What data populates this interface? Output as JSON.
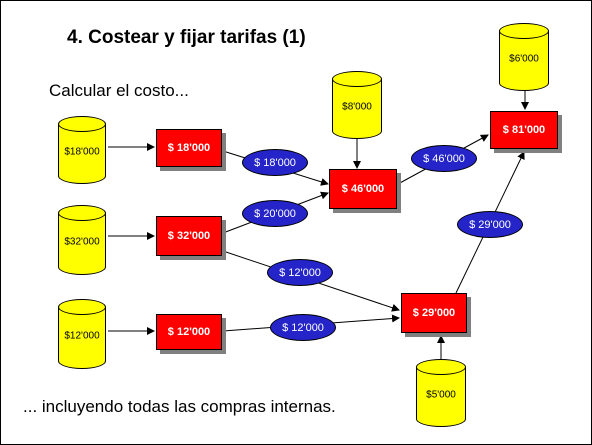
{
  "title": "4. Costear y fijar tarifas (1)",
  "subtitle": "Calcular el costo...",
  "footer": "... incluyendo todas las compras internas.",
  "colors": {
    "cylinder": "#ffff00",
    "box": "#ff0000",
    "ellipse": "#2424c8",
    "shadow": "#808080"
  },
  "cylinders": {
    "c1": "$18'000",
    "c2": "$32'000",
    "c3": "$12'000",
    "c4": "$8'000",
    "c5": "$6'000",
    "c6": "$5'000"
  },
  "boxes": {
    "b1": "$ 18'000",
    "b2": "$ 32'000",
    "b3": "$ 12'000",
    "b4": "$ 46'000",
    "b5": "$ 81'000",
    "b6": "$ 29'000"
  },
  "ellipses": {
    "e1": "$ 18'000",
    "e2": "$ 20'000",
    "e3": "$ 12'000",
    "e4": "$ 12'000",
    "e5": "$ 46'000",
    "e6": "$ 29'000"
  }
}
